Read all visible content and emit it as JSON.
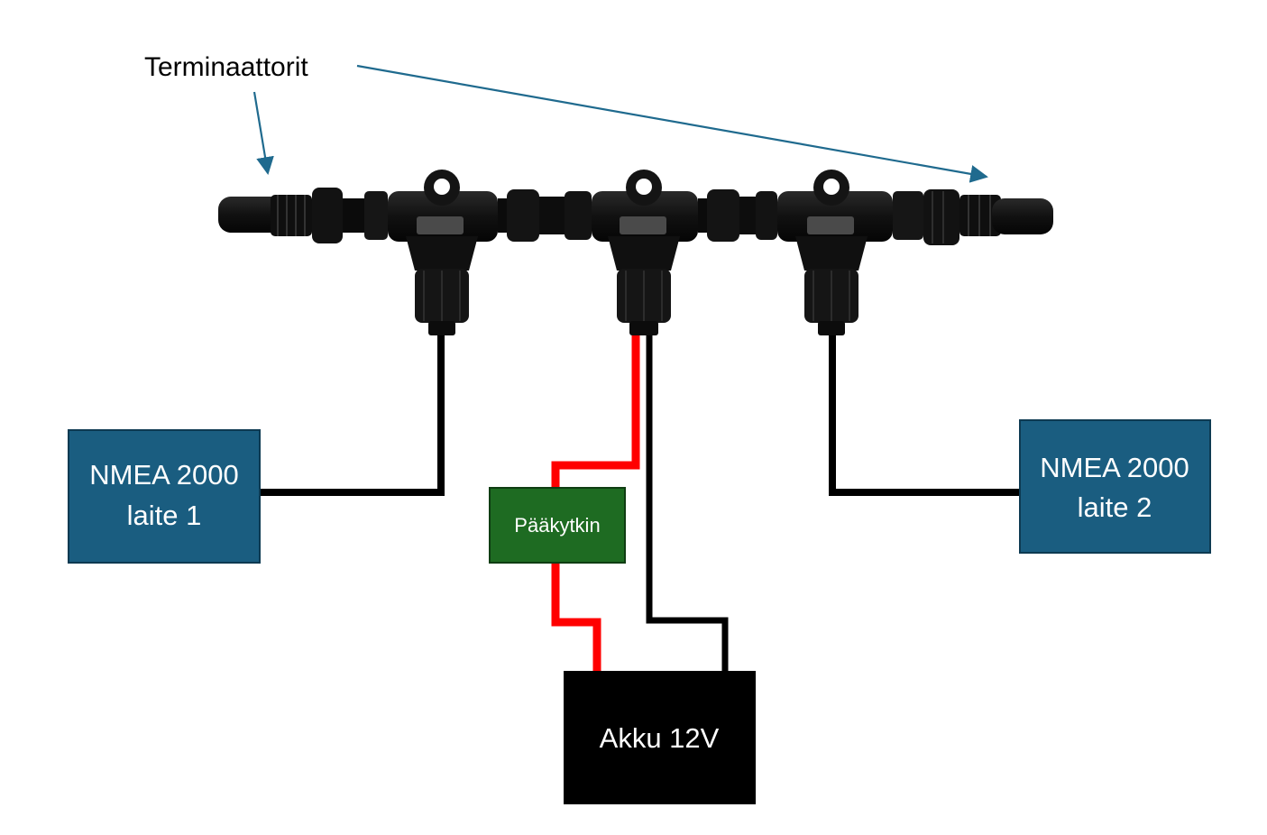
{
  "labels": {
    "terminators": "Terminaattorit",
    "device1_line1": "NMEA 2000",
    "device1_line2": "laite 1",
    "device2_line1": "NMEA 2000",
    "device2_line2": "laite 2",
    "main_switch": "Pääkytkin",
    "battery": "Akku 12V"
  },
  "colors": {
    "device_box": "#1a5d80",
    "device_border": "#0d3a52",
    "switch_box": "#1e6b22",
    "switch_border": "#0f3d12",
    "battery_box": "#000000",
    "power_wire": "#ff0000",
    "ground_wire": "#000000",
    "arrow": "#1f6a8e",
    "connector_body": "#121212"
  },
  "icons": {
    "backbone": "nmea2000-backbone-icon",
    "tee_connector": "tee-connector-icon",
    "terminator": "terminator-icon"
  }
}
